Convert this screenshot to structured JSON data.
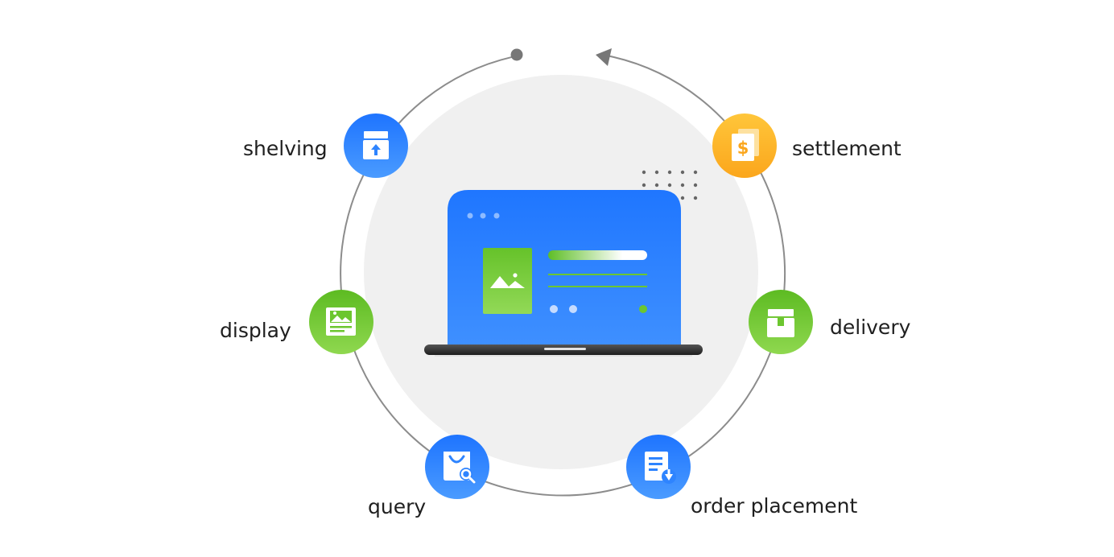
{
  "steps": [
    {
      "key": "shelving",
      "label": "shelving",
      "icon": "box-upload-icon",
      "color": "#2E84FF"
    },
    {
      "key": "settlement",
      "label": "settlement",
      "icon": "dollar-document-icon",
      "color": "#FDB62A"
    },
    {
      "key": "display",
      "label": "display",
      "icon": "image-card-icon",
      "color": "#6CC62F"
    },
    {
      "key": "delivery",
      "label": "delivery",
      "icon": "package-box-icon",
      "color": "#6CC62F"
    },
    {
      "key": "query",
      "label": "query",
      "icon": "shopping-bag-search-icon",
      "color": "#2E84FF"
    },
    {
      "key": "order",
      "label": "order placement",
      "icon": "order-download-icon",
      "color": "#2E84FF"
    }
  ],
  "colors": {
    "blue": "#2E84FF",
    "green": "#6CC62F",
    "orange": "#FDB62A",
    "ring": "#8C8C8C",
    "disc": "#F0F0F0"
  },
  "center": {
    "icon": "laptop-storefront-icon"
  }
}
